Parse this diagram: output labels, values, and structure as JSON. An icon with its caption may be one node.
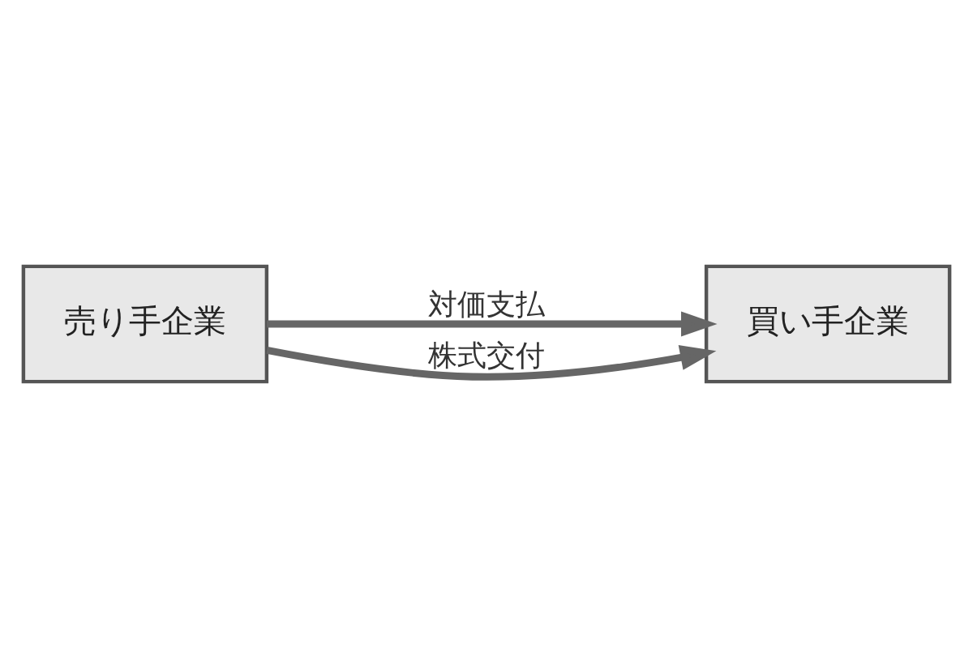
{
  "diagram": {
    "nodes": [
      {
        "text": [
          "売り手企業"
        ]
      },
      {
        "text": [
          "買い手企業"
        ]
      }
    ],
    "edges": [
      {
        "from": 0,
        "to": 1,
        "arrow": "to",
        "label": "対価支払"
      },
      {
        "from": 0,
        "to": 1,
        "arrow": "to",
        "label": "株式交付"
      }
    ]
  }
}
